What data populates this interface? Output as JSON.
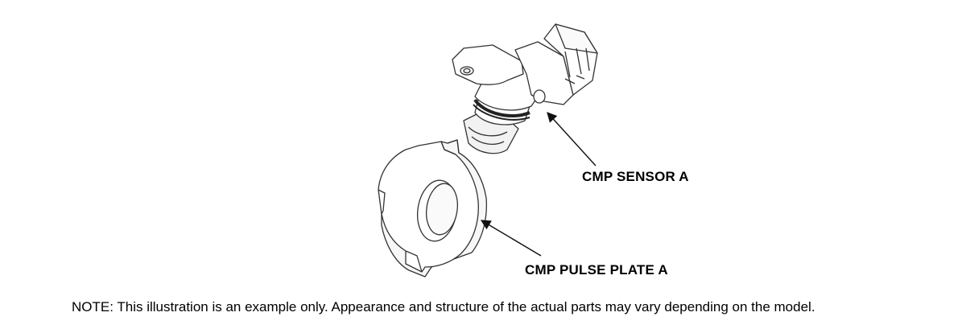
{
  "labels": {
    "sensor": "CMP SENSOR A",
    "pulse_plate": "CMP PULSE PLATE A"
  },
  "note": "NOTE: This illustration is an example only. Appearance and structure of the actual parts may vary depending on the model.",
  "colors": {
    "line": "#333333",
    "oring": "#222222",
    "background": "#ffffff"
  }
}
